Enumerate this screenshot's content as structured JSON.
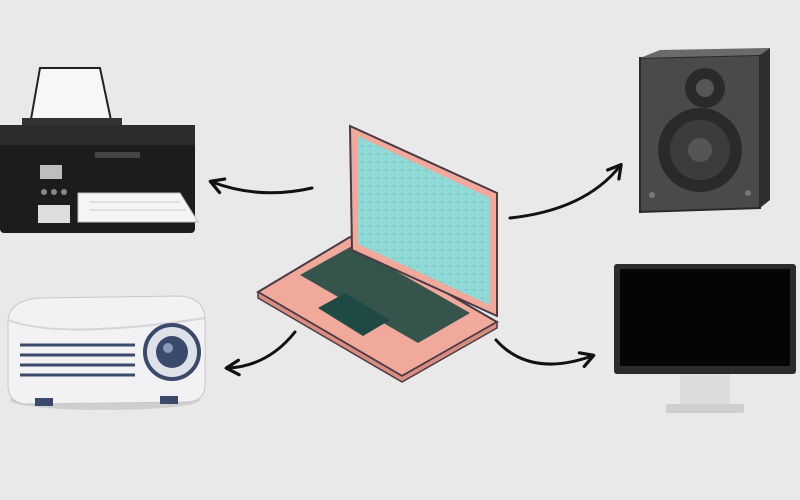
{
  "colors": {
    "background": "#e9e9e9",
    "laptop_screen": "#8fd9d6",
    "laptop_body": "#f0a99a",
    "laptop_outline": "#4a3a44",
    "keyboard": "#1f4a44",
    "printer_body": "#1c1c1c",
    "projector_body": "#f2f2f4",
    "projector_accent": "#3b4a6b",
    "speaker_body": "#4a4a4a",
    "monitor_screen": "#050505",
    "arrow": "#111111"
  },
  "devices": [
    {
      "id": "laptop",
      "icon": "laptop-icon"
    },
    {
      "id": "printer",
      "icon": "printer-icon"
    },
    {
      "id": "projector",
      "icon": "projector-icon"
    },
    {
      "id": "speaker",
      "icon": "speaker-icon"
    },
    {
      "id": "monitor",
      "icon": "monitor-icon"
    }
  ],
  "connections": [
    {
      "from": "laptop",
      "to": "printer"
    },
    {
      "from": "laptop",
      "to": "projector"
    },
    {
      "from": "laptop",
      "to": "speaker"
    },
    {
      "from": "laptop",
      "to": "monitor"
    }
  ]
}
